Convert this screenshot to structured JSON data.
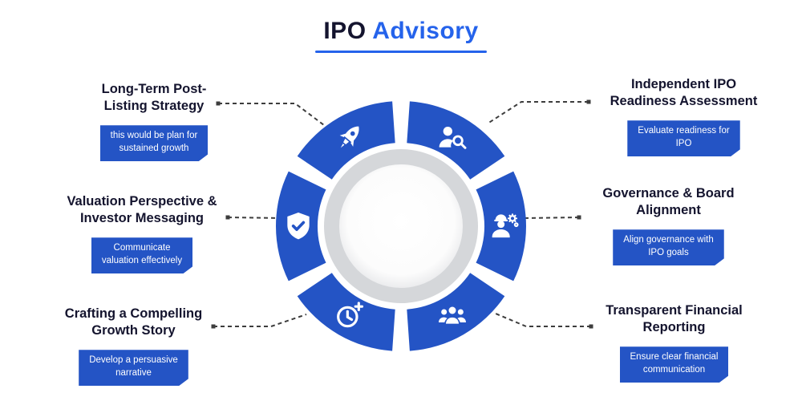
{
  "title": {
    "prefix": "IPO",
    "highlight": "Advisory"
  },
  "colors": {
    "primary": "#2454c5",
    "accent": "#2563eb",
    "dark": "#14142e",
    "ring": "#d5d7da",
    "connector": "#3d3d3d",
    "center_circle": "#ffffff"
  },
  "items": [
    {
      "id": "long-term-strategy",
      "title": "Long-Term Post-\nListing Strategy",
      "tag": "this would be plan for\nsustained growth",
      "icon": "rocket-icon"
    },
    {
      "id": "valuation-messaging",
      "title": "Valuation Perspective &\nInvestor Messaging",
      "tag": "Communicate\nvaluation effectively",
      "icon": "shield-check-icon"
    },
    {
      "id": "growth-story",
      "title": "Crafting a Compelling\nGrowth Story",
      "tag": "Develop a persuasive\nnarrative",
      "icon": "clock-plus-icon"
    },
    {
      "id": "ipo-readiness",
      "title": "Independent IPO\nReadiness Assessment",
      "tag": "Evaluate readiness for\nIPO",
      "icon": "person-search-icon"
    },
    {
      "id": "governance-alignment",
      "title": "Governance & Board\nAlignment",
      "tag": "Align governance with\nIPO goals",
      "icon": "worker-gear-icon"
    },
    {
      "id": "financial-reporting",
      "title": "Transparent Financial\nReporting",
      "tag": "Ensure clear financial\ncommunication",
      "icon": "people-group-icon"
    }
  ]
}
